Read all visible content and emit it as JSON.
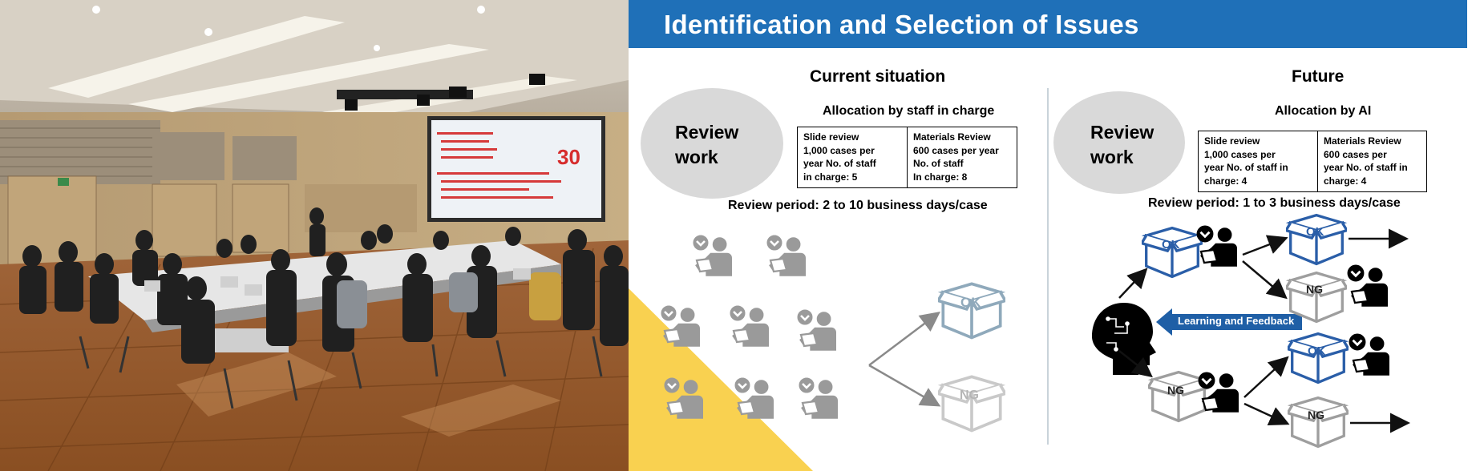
{
  "slide": {
    "title": "Identification and Selection of Issues",
    "current": {
      "heading": "Current situation",
      "allocation": "Allocation by staff in charge",
      "review_label_line1": "Review",
      "review_label_line2": "work",
      "slide_box": [
        "Slide review",
        "1,000 cases per",
        "year No. of staff",
        "in charge: 5"
      ],
      "materials_box": [
        "Materials Review",
        "600 cases per  year",
        "No. of staff",
        "In charge: 8"
      ],
      "review_period": "Review period: 2 to 10 business days/case",
      "ok_label": "OK",
      "ng_label": "NG"
    },
    "future": {
      "heading": "Future",
      "allocation": "Allocation by AI",
      "review_label_line1": "Review",
      "review_label_line2": "work",
      "slide_box": [
        "Slide review",
        "1,000 cases per",
        "year No. of staff in",
        "charge: 4"
      ],
      "materials_box": [
        "Materials Review",
        "600 cases per",
        "year No. of staff in",
        "charge: 4"
      ],
      "review_period": "Review period: 1 to 3 business days/case",
      "feedback": "Learning and Feedback",
      "ok_label": "OK",
      "ng_label": "NG"
    },
    "colors": {
      "banner": "#1f70b8",
      "accent_yellow": "#f9d150",
      "box_blue": "#2a5ea8",
      "muted_box": "#8fa9bb",
      "person_gray": "#9a9a9a"
    }
  }
}
